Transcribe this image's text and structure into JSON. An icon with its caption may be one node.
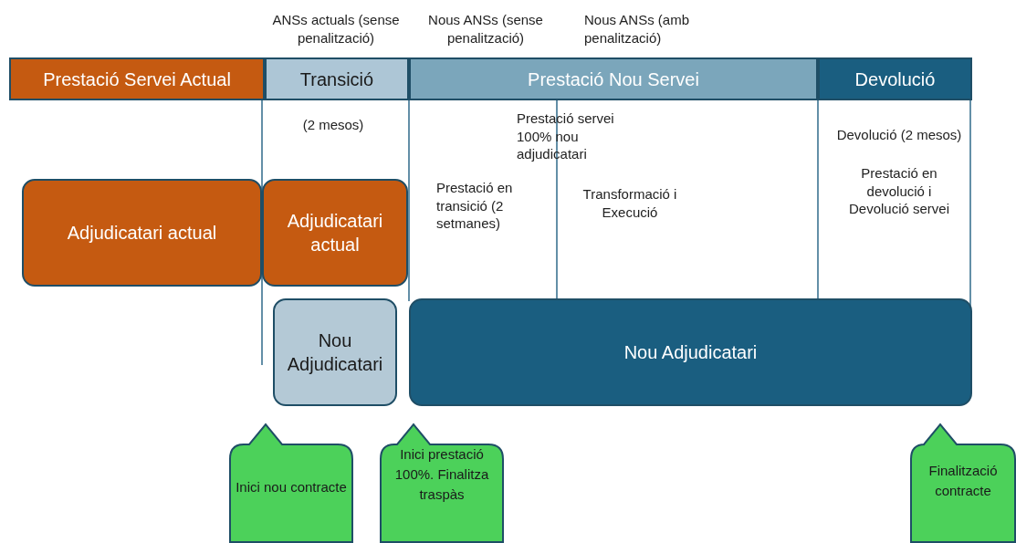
{
  "diagram": {
    "nodes": [
      {
        "text": [
          "Prestació Servei Actual"
        ]
      },
      {
        "text": [
          "Transició"
        ]
      },
      {
        "text": [
          "Prestació Nou Servei"
        ]
      },
      {
        "text": [
          "Devolució"
        ]
      },
      {
        "text": [
          "Adjudicatari actual"
        ]
      },
      {
        "text": [
          "Adjudicatari actual"
        ]
      },
      {
        "text": [
          "Nou Adjudicatari"
        ]
      },
      {
        "text": [
          "Nou Adjudicatari"
        ]
      },
      {
        "text": [
          "Inici nou contracte"
        ]
      },
      {
        "text": [
          "Inici prestació 100%. Finalitza traspàs"
        ]
      },
      {
        "text": [
          "Finalització contracte"
        ]
      }
    ],
    "edges": [],
    "labels": [
      "ANSs actuals (sense penalització)",
      "Nous ANSs (sense penalització)",
      "Nous ANSs (amb penalització)",
      "(2 mesos)",
      "Prestació servei 100% nou adjudicatari",
      "Devolució (2 mesos)",
      "Prestació en devolució i Devolució servei",
      "Prestació en transició (2 setmanes)",
      "Transformació i Execució"
    ]
  }
}
